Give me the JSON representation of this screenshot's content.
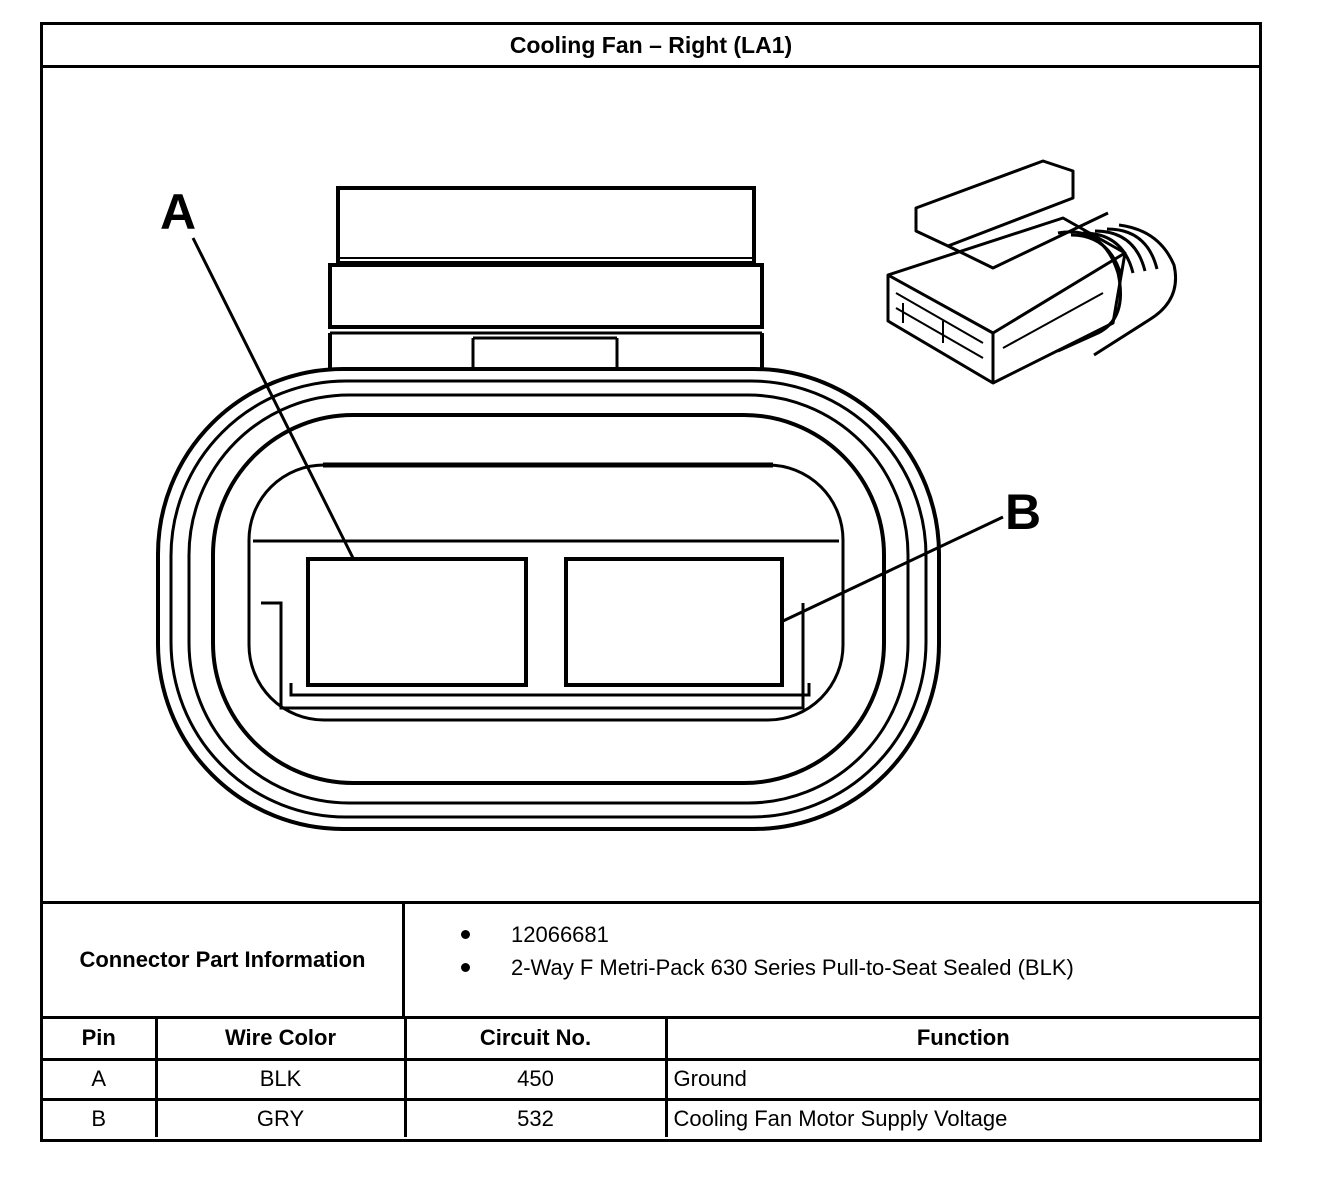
{
  "title": "Cooling Fan – Right (LA1)",
  "diagram": {
    "callouts": [
      "A",
      "B"
    ]
  },
  "connector_info": {
    "label": "Connector Part Information",
    "items": [
      "12066681",
      "2-Way F Metri-Pack 630 Series Pull-to-Seat Sealed (BLK)"
    ]
  },
  "pin_table": {
    "headers": [
      "Pin",
      "Wire Color",
      "Circuit No.",
      "Function"
    ],
    "rows": [
      [
        "A",
        "BLK",
        "450",
        "Ground"
      ],
      [
        "B",
        "GRY",
        "532",
        "Cooling Fan Motor Supply Voltage"
      ]
    ]
  }
}
